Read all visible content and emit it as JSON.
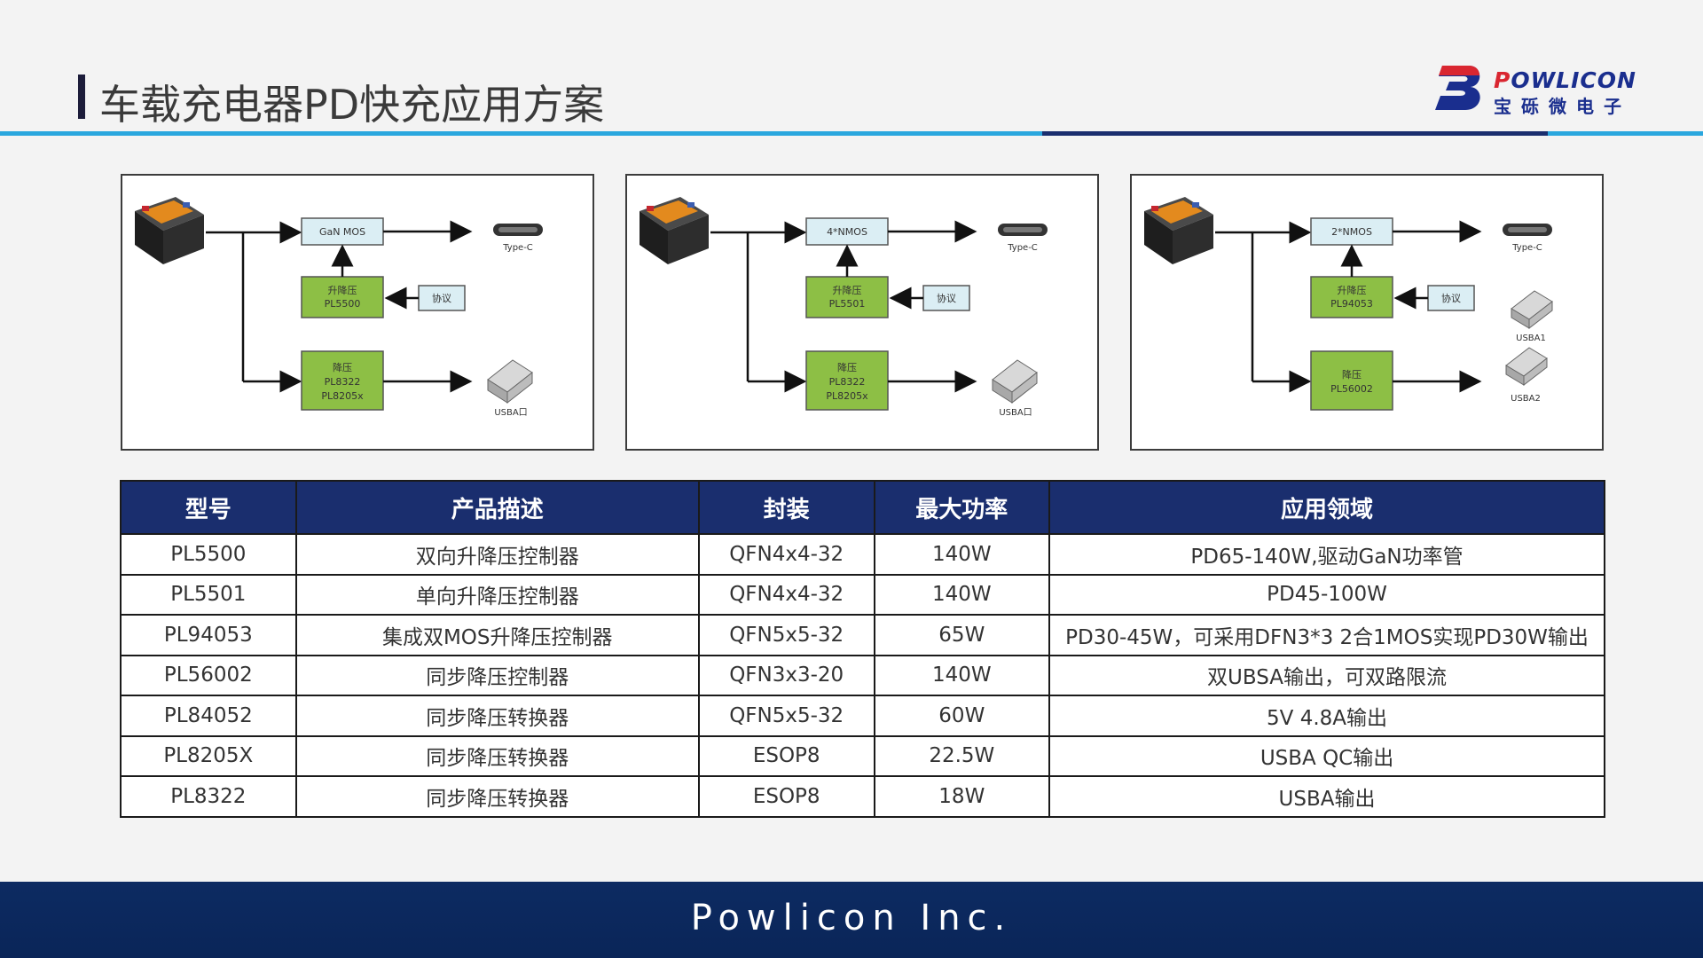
{
  "header": {
    "title": "车载充电器PD快充应用方案"
  },
  "logo": {
    "brand_red": "P",
    "brand_rest": "OWLICON",
    "sub": "宝砾微电子"
  },
  "panels": [
    {
      "top_block": "GaN MOS",
      "mid_block_1": "升降压",
      "mid_block_2": "PL5500",
      "proto": "协议",
      "bottom_block_1": "降压",
      "bottom_block_2": "PL8322",
      "bottom_block_3": "PL8205x",
      "typec": "Type-C",
      "usb": "USBA口"
    },
    {
      "top_block": "4*NMOS",
      "mid_block_1": "升降压",
      "mid_block_2": "PL5501",
      "proto": "协议",
      "bottom_block_1": "降压",
      "bottom_block_2": "PL8322",
      "bottom_block_3": "PL8205x",
      "typec": "Type-C",
      "usb": "USBA口"
    },
    {
      "top_block": "2*NMOS",
      "mid_block_1": "升降压",
      "mid_block_2": "PL94053",
      "proto": "协议",
      "bottom_block_1": "降压",
      "bottom_block_2": "PL56002",
      "typec": "Type-C",
      "usb1": "USBA1",
      "usb2": "USBA2"
    }
  ],
  "table": {
    "headers": [
      "型号",
      "产品描述",
      "封装",
      "最大功率",
      "应用领域"
    ],
    "rows": [
      [
        "PL5500",
        "双向升降压控制器",
        "QFN4x4-32",
        "140W",
        "PD65-140W,驱动GaN功率管"
      ],
      [
        "PL5501",
        "单向升降压控制器",
        "QFN4x4-32",
        "140W",
        "PD45-100W"
      ],
      [
        "PL94053",
        "集成双MOS升降压控制器",
        "QFN5x5-32",
        "65W",
        "PD30-45W，可采用DFN3*3 2合1MOS实现PD30W输出"
      ],
      [
        "PL56002",
        "同步降压控制器",
        "QFN3x3-20",
        "140W",
        "双UBSA输出，可双路限流"
      ],
      [
        "PL84052",
        "同步降压转换器",
        "QFN5x5-32",
        "60W",
        "5V 4.8A输出"
      ],
      [
        "PL8205X",
        "同步降压转换器",
        "ESOP8",
        "22.5W",
        "USBA QC输出"
      ],
      [
        "PL8322",
        "同步降压转换器",
        "ESOP8",
        "18W",
        "USBA输出"
      ]
    ]
  },
  "footer": {
    "text": "Powlicon Inc."
  },
  "colors": {
    "accent_light": "#2aa7de",
    "accent_dark": "#1a2e6e",
    "block_green": "#8dbf45",
    "block_blue": "#dbeef4"
  }
}
